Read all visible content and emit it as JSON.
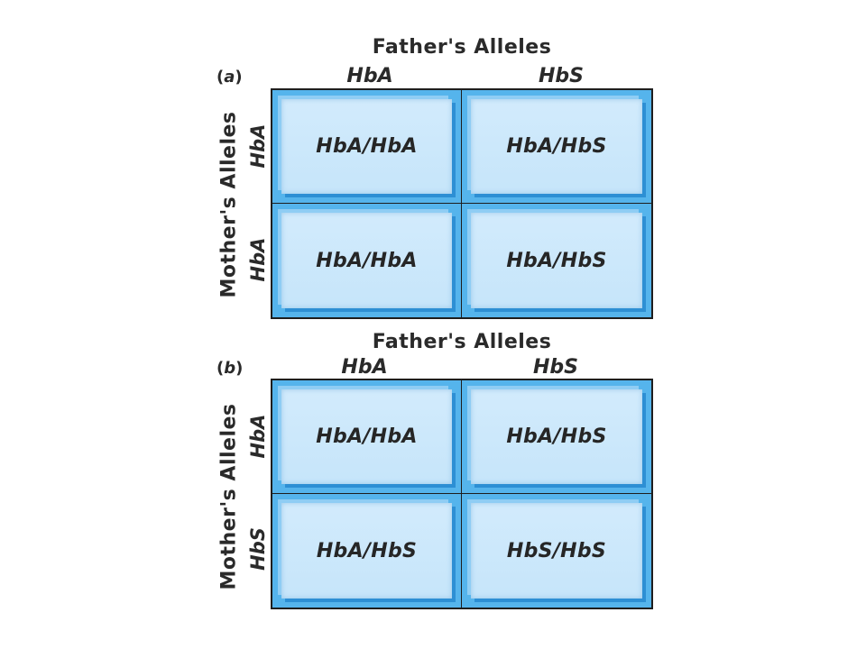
{
  "panels": [
    {
      "label_open": "(",
      "label_letter": "a",
      "label_close": ")",
      "father_title": "Father's Alleles",
      "mother_title": "Mother's Alleles",
      "father_alleles": [
        "HbA",
        "HbS"
      ],
      "mother_alleles": [
        "HbA",
        "HbA"
      ],
      "cells": [
        [
          "HbA/HbA",
          "HbA/HbS"
        ],
        [
          "HbA/HbA",
          "HbA/HbS"
        ]
      ]
    },
    {
      "label_open": "(",
      "label_letter": "b",
      "label_close": ")",
      "father_title": "Father's Alleles",
      "mother_title": "Mother's Alleles",
      "father_alleles": [
        "HbA",
        "HbS"
      ],
      "mother_alleles": [
        "HbA",
        "HbS"
      ],
      "cells": [
        [
          "HbA/HbA",
          "HbA/HbS"
        ],
        [
          "HbA/HbS",
          "HbS/HbS"
        ]
      ]
    }
  ],
  "colors": {
    "cell_border": "#55b4ec",
    "cell_fill": "#d2ebfc",
    "grid_line": "#1e1e1e",
    "text": "#262626"
  }
}
